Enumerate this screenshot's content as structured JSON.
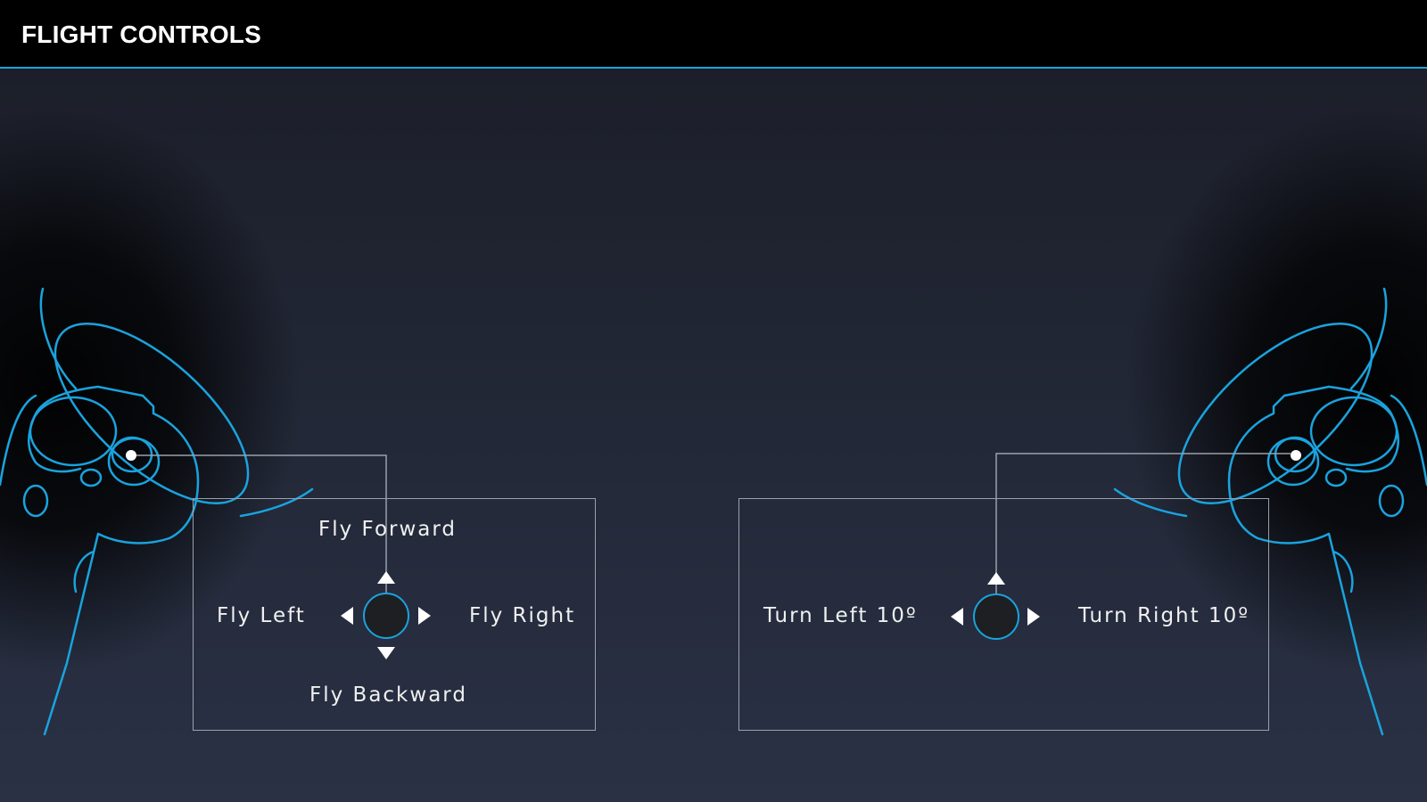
{
  "header": {
    "title": "FLIGHT CONTROLS"
  },
  "left_panel": {
    "up_label": "Fly Forward",
    "left_label": "Fly Left",
    "right_label": "Fly Right",
    "down_label": "Fly Backward"
  },
  "right_panel": {
    "left_label": "Turn Left 10º",
    "right_label": "Turn Right 10º"
  },
  "icons": {
    "left_controller": "vr-controller-left-icon",
    "right_controller": "vr-controller-right-icon",
    "thumbstick": "thumbstick-icon",
    "arrow_up": "arrow-up-icon",
    "arrow_down": "arrow-down-icon",
    "arrow_left": "arrow-left-icon",
    "arrow_right": "arrow-right-icon"
  },
  "colors": {
    "accent": "#1aa3de",
    "header_bg": "#000000",
    "stage_bg_top": "#1c1f2a",
    "stage_bg_bottom": "#2a3145",
    "panel_border": "#9aa0ab",
    "text": "#f0f0f0"
  }
}
